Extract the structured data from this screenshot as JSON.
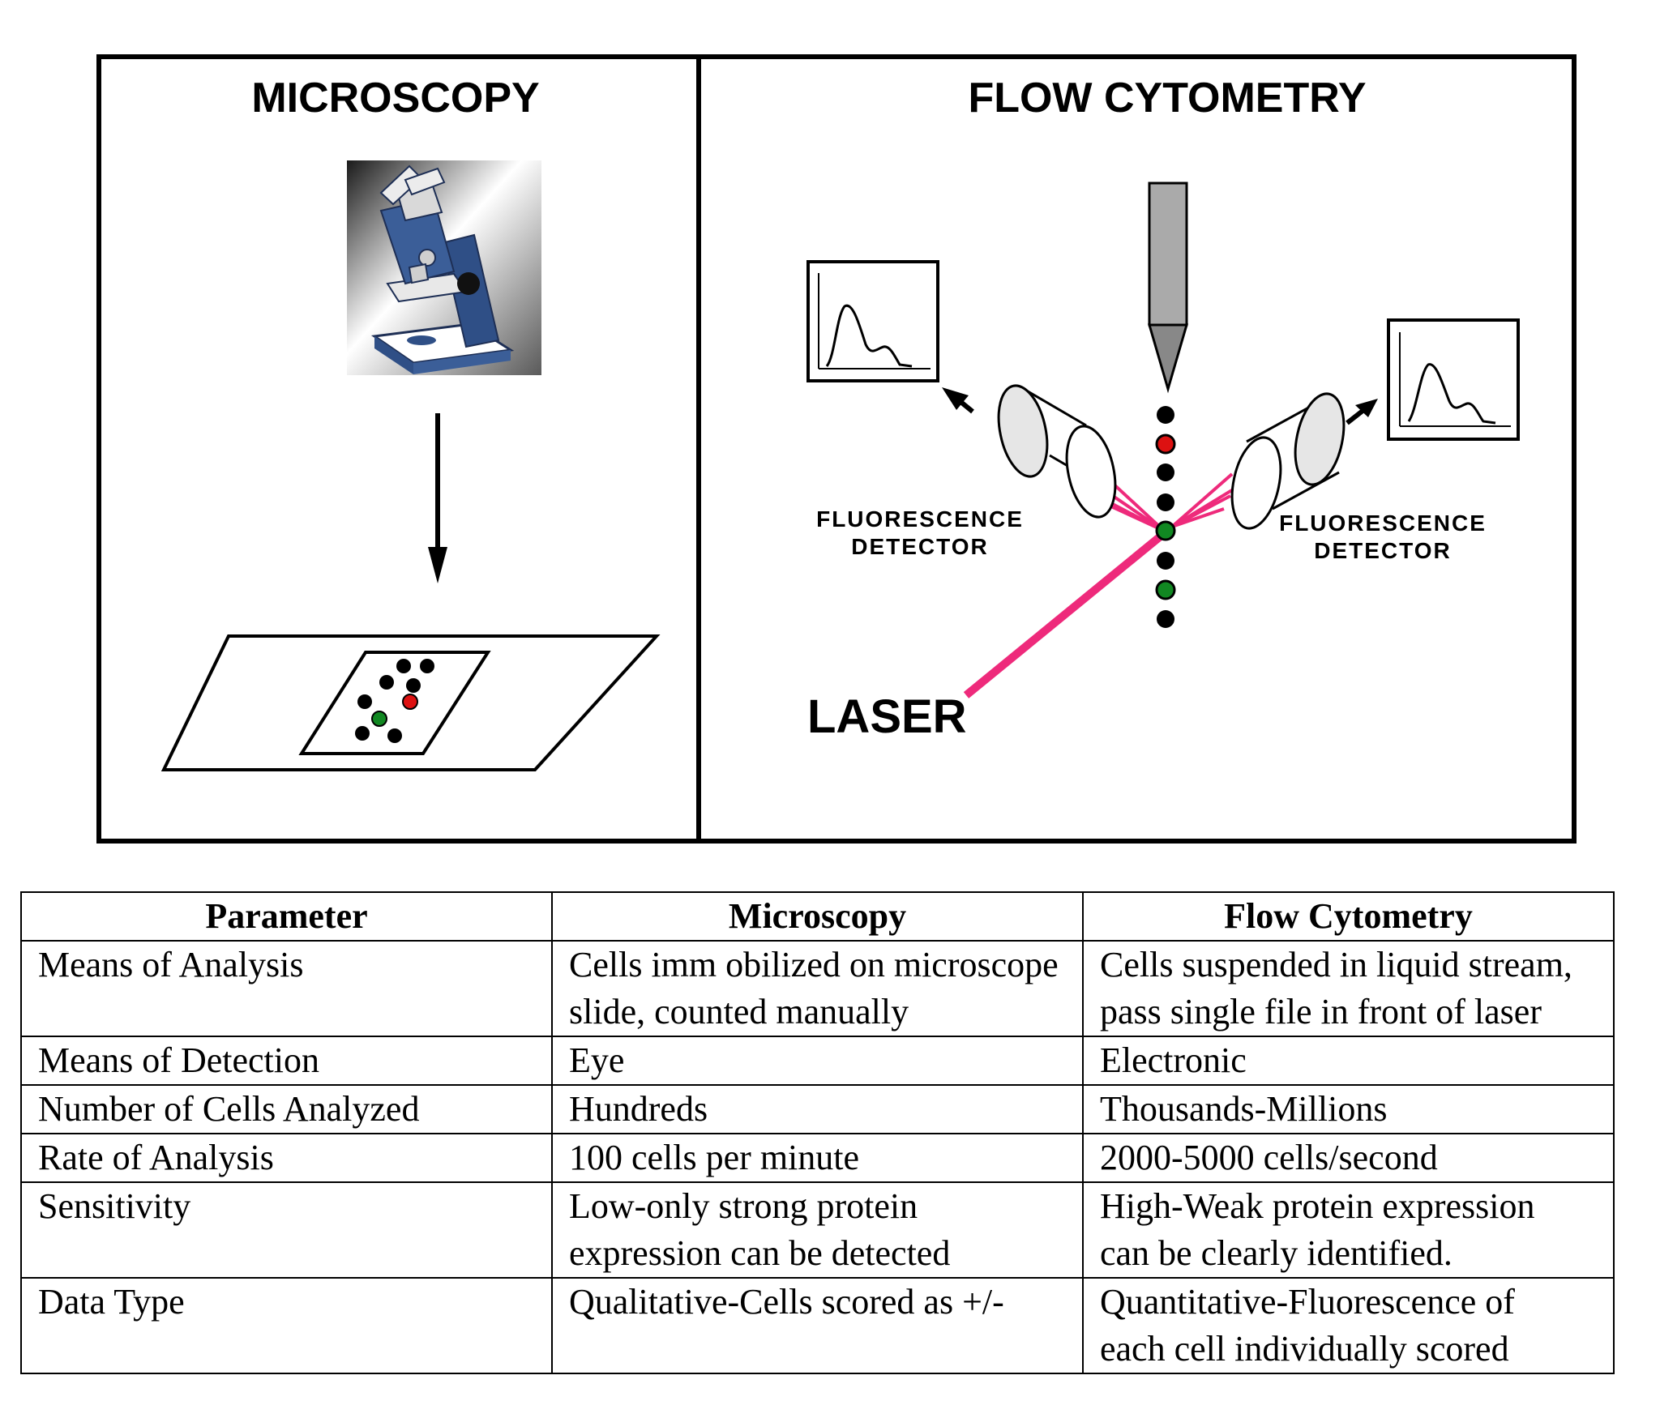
{
  "panels": {
    "microscopy": {
      "title": "MICROSCOPY"
    },
    "flow": {
      "title": "FLOW CYTOMETRY",
      "left_detector": {
        "line1": "FLUORESCENCE",
        "line2": "DETECTOR"
      },
      "right_detector": {
        "line1": "FLUORESCENCE",
        "line2": "DETECTOR"
      },
      "laser": "LASER"
    }
  },
  "colors": {
    "laser": "#ee2a7b",
    "red_cell": "#dd1111",
    "green_cell": "#118822",
    "black_cell": "#000000",
    "microscope": "#2f4f86"
  },
  "icons": [
    "microscope-icon",
    "slide-icon",
    "nozzle-icon",
    "detector-icon",
    "histogram-icon"
  ],
  "table": {
    "headers": [
      "Parameter",
      "Microscopy",
      "Flow Cytometry"
    ],
    "rows": [
      {
        "param": "Means of Analysis",
        "micro": [
          "Cells imm obilized on microscope",
          "slide, counted manually"
        ],
        "flow": [
          "Cells suspended in liquid stream,",
          "pass single file in front of laser"
        ]
      },
      {
        "param": "Means of Detection",
        "micro": [
          "Eye"
        ],
        "flow": [
          "Electronic"
        ]
      },
      {
        "param": "Number of Cells Analyzed",
        "micro": [
          "Hundreds"
        ],
        "flow": [
          "Thousands-Millions"
        ]
      },
      {
        "param": "Rate of Analysis",
        "micro": [
          "100 cells per minute"
        ],
        "flow": [
          "2000-5000 cells/second"
        ]
      },
      {
        "param": "Sensitivity",
        "micro": [
          "Low-only strong protein",
          "expression can be detected"
        ],
        "flow": [
          "High-Weak protein expression",
          "can be clearly identified."
        ]
      },
      {
        "param": "Data Type",
        "micro": [
          "Qualitative-Cells scored as +/-"
        ],
        "flow": [
          "Quantitative-Fluorescence of",
          "each cell individually scored"
        ]
      }
    ]
  }
}
